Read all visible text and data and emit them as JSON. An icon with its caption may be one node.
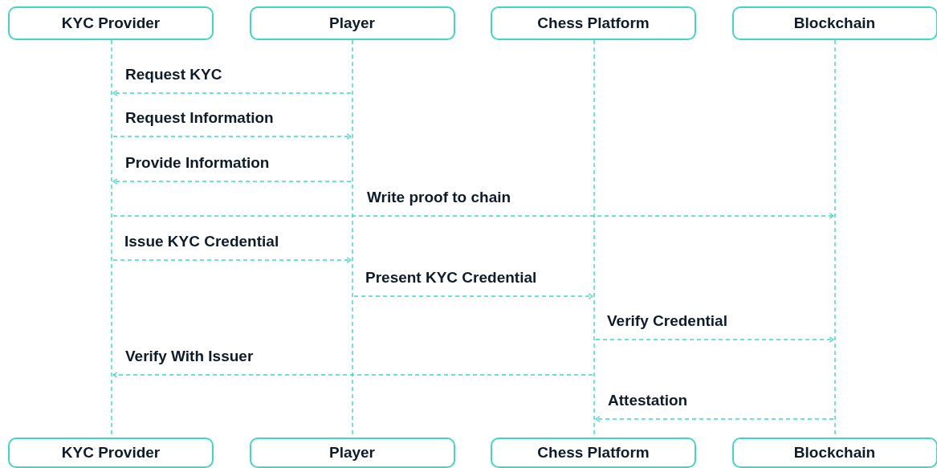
{
  "diagram": {
    "nodes": [
      {
        "text": [
          "KYC Provider"
        ]
      },
      {
        "text": [
          "Player"
        ]
      },
      {
        "text": [
          "Chess Platform"
        ]
      },
      {
        "text": [
          "Blockchain"
        ]
      },
      {
        "text": [
          "KYC Provider"
        ]
      },
      {
        "text": [
          "Player"
        ]
      },
      {
        "text": [
          "Chess Platform"
        ]
      },
      {
        "text": [
          "Blockchain"
        ]
      },
      {
        "text": [],
        "shape": "bar"
      },
      {
        "text": [],
        "shape": "bar"
      },
      {
        "text": [],
        "shape": "bar"
      },
      {
        "text": [],
        "shape": "bar"
      }
    ],
    "edges": [
      {
        "from": 9,
        "to": 8,
        "arrow": "to",
        "style": "dashed",
        "label": "Request KYC"
      },
      {
        "from": 8,
        "to": 9,
        "arrow": "to",
        "style": "dashed",
        "label": "Request Information"
      },
      {
        "from": 9,
        "to": 8,
        "arrow": "to",
        "style": "dashed",
        "label": "Provide Information"
      },
      {
        "from": 8,
        "to": 11,
        "arrow": "to",
        "style": "dashed",
        "label": "Write proof to chain"
      },
      {
        "from": 8,
        "to": 9,
        "arrow": "to",
        "style": "dashed",
        "label": "Issue KYC Credential"
      },
      {
        "from": 9,
        "to": 10,
        "arrow": "to",
        "style": "dashed",
        "label": "Present KYC Credential"
      },
      {
        "from": 10,
        "to": 11,
        "arrow": "to",
        "style": "dashed",
        "label": "Verify Credential"
      },
      {
        "from": 10,
        "to": 8,
        "arrow": "to",
        "style": "dashed",
        "label": "Verify With Issuer"
      },
      {
        "from": 11,
        "to": 10,
        "arrow": "to",
        "style": "dashed",
        "label": "Attestation"
      }
    ]
  }
}
